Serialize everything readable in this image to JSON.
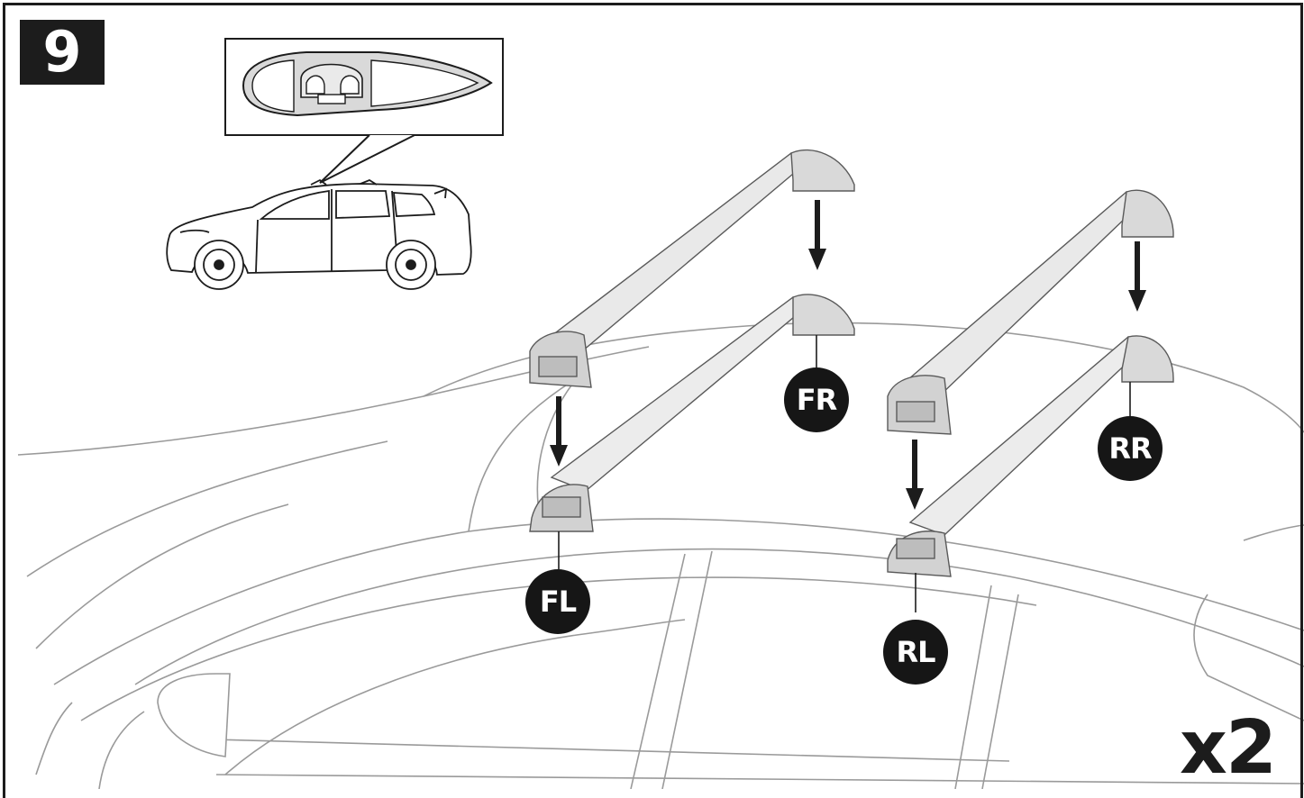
{
  "step": {
    "number": "9"
  },
  "quantity": {
    "text": "x2"
  },
  "positions": {
    "front_left": "FL",
    "front_right": "FR",
    "rear_left": "RL",
    "rear_right": "RR"
  },
  "colors": {
    "ink": "#1c1c1c",
    "bar_light": "#ececec",
    "bar_mid": "#d6d6d6",
    "bar_dark": "#bdbdbd",
    "car_line": "#9a9a9a",
    "badge": "#161616"
  },
  "icons": [
    "down-arrow-icon",
    "car-side-icon",
    "bar-profile-icon"
  ]
}
